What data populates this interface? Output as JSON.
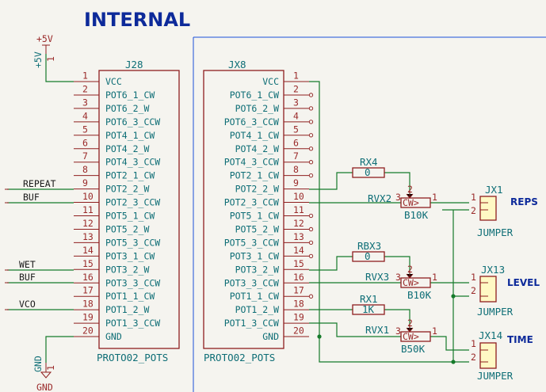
{
  "sheet_title": "INTERNAL",
  "power": {
    "plus_label": "+5V",
    "plus_pin_label": "+5V",
    "plus_pin_num": "1",
    "gnd_label": "GND",
    "gnd_pin_label": "GND",
    "gnd_pin_num": "1"
  },
  "connectors": [
    {
      "ref": "J28",
      "value": "PROTO02_POTS"
    },
    {
      "ref": "JX8",
      "value": "PROTO02_POTS"
    }
  ],
  "pins": [
    {
      "num": "1",
      "name": "VCC"
    },
    {
      "num": "2",
      "name": "POT6_1_CW"
    },
    {
      "num": "3",
      "name": "POT6_2_W"
    },
    {
      "num": "4",
      "name": "POT6_3_CCW"
    },
    {
      "num": "5",
      "name": "POT4_1_CW"
    },
    {
      "num": "6",
      "name": "POT4_2_W"
    },
    {
      "num": "7",
      "name": "POT4_3_CCW"
    },
    {
      "num": "8",
      "name": "POT2_1_CW"
    },
    {
      "num": "9",
      "name": "POT2_2_W"
    },
    {
      "num": "10",
      "name": "POT2_3_CCW"
    },
    {
      "num": "11",
      "name": "POT5_1_CW"
    },
    {
      "num": "12",
      "name": "POT5_2_W"
    },
    {
      "num": "13",
      "name": "POT5_3_CCW"
    },
    {
      "num": "14",
      "name": "POT3_1_CW"
    },
    {
      "num": "15",
      "name": "POT3_2_W"
    },
    {
      "num": "16",
      "name": "POT3_3_CCW"
    },
    {
      "num": "17",
      "name": "POT1_1_CW"
    },
    {
      "num": "18",
      "name": "POT1_2_W"
    },
    {
      "num": "19",
      "name": "POT1_3_CCW"
    },
    {
      "num": "20",
      "name": "GND"
    }
  ],
  "net_labels": {
    "repeat": "REPEAT",
    "buf1": "BUF",
    "wet": "WET",
    "buf2": "BUF",
    "vco": "VCO"
  },
  "resistors": [
    {
      "ref": "RX4",
      "value": "0"
    },
    {
      "ref": "RBX3",
      "value": "0"
    },
    {
      "ref": "RX1",
      "value": "1K"
    }
  ],
  "pots": [
    {
      "ref": "RVX2",
      "value": "B10K",
      "body": "CW>",
      "pin1": "1",
      "pin2": "2",
      "pin3": "3"
    },
    {
      "ref": "RVX3",
      "value": "B10K",
      "body": "CW>",
      "pin1": "1",
      "pin2": "2",
      "pin3": "3"
    },
    {
      "ref": "RVX1",
      "value": "B50K",
      "body": "CW>",
      "pin1": "1",
      "pin2": "2",
      "pin3": "3"
    }
  ],
  "jumpers": [
    {
      "ref": "JX1",
      "value": "JUMPER",
      "label": "REPS",
      "pin1": "1",
      "pin2": "2"
    },
    {
      "ref": "JX13",
      "value": "JUMPER",
      "label": "LEVEL",
      "pin1": "1",
      "pin2": "2"
    },
    {
      "ref": "JX14",
      "value": "JUMPER",
      "label": "TIME",
      "pin1": "1",
      "pin2": "2"
    }
  ]
}
